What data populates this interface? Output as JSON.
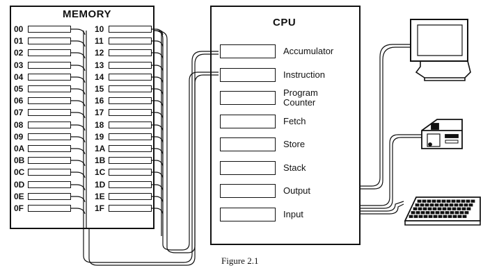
{
  "memory": {
    "title": "MEMORY",
    "left_addresses": [
      "00",
      "01",
      "02",
      "03",
      "04",
      "05",
      "06",
      "07",
      "08",
      "09",
      "0A",
      "0B",
      "0C",
      "0D",
      "0E",
      "0F"
    ],
    "right_addresses": [
      "10",
      "11",
      "12",
      "13",
      "14",
      "15",
      "16",
      "17",
      "18",
      "19",
      "1A",
      "1B",
      "1C",
      "1D",
      "1E",
      "1F"
    ]
  },
  "cpu": {
    "title": "CPU",
    "registers": [
      {
        "label": "Accumulator"
      },
      {
        "label": "Instruction"
      },
      {
        "label": "Program Counter"
      },
      {
        "label": "Fetch"
      },
      {
        "label": "Store"
      },
      {
        "label": "Stack"
      },
      {
        "label": "Output"
      },
      {
        "label": "Input"
      }
    ]
  },
  "peripherals": [
    "monitor-icon",
    "disk-drive-icon",
    "keyboard-icon"
  ],
  "caption": "Figure 2.1"
}
